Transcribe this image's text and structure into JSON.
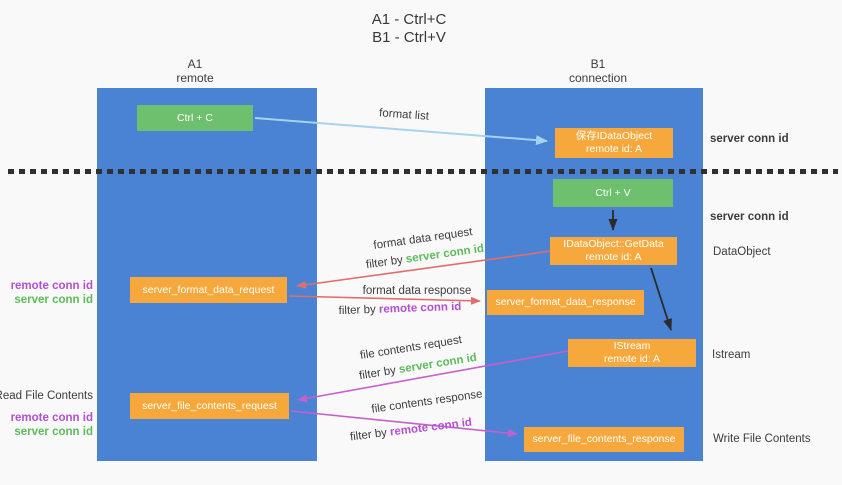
{
  "title": {
    "line1": "A1 - Ctrl+C",
    "line2": "B1 - Ctrl+V"
  },
  "columns": {
    "left": {
      "name": "A1",
      "subtitle": "remote"
    },
    "right": {
      "name": "B1",
      "subtitle": "connection"
    }
  },
  "nodes": {
    "ctrl_c": "Ctrl + C",
    "ctrl_v": "Ctrl + V",
    "save_idataobject": {
      "line1": "保存IDataObject",
      "line2": "remote id: A"
    },
    "getdata": {
      "line1": "IDataObject::GetData",
      "line2": "remote id: A"
    },
    "format_request": "server_format_data_request",
    "format_response": "server_format_data_response",
    "istream": {
      "line1": "IStream",
      "line2": "remote id: A"
    },
    "file_request": "server_file_contents_request",
    "file_response": "server_file_contents_response"
  },
  "terms": {
    "filter_by": "filter by ",
    "server_conn_id": "server conn id",
    "remote_conn_id": "remote conn id"
  },
  "edge_labels": {
    "format_list": "format list",
    "format_data_request": "format data request",
    "format_data_response": "format data response",
    "file_contents_request": "file contents request",
    "file_contents_response": "file contents response"
  },
  "side_labels": {
    "read_file_contents": "Read File Contents",
    "write_file_contents": "Write File Contents",
    "dataobject": "DataObject",
    "istream": "Istream"
  },
  "colors": {
    "lifeline_blue": "#4a82d4",
    "node_green": "#6ebf6e",
    "node_orange": "#f6a83c",
    "server_conn_green": "#5cbb5c",
    "remote_conn_purple": "#b44fd0",
    "arrow_red": "#e36d6d",
    "arrow_magenta": "#c75fcd",
    "arrow_lightblue": "#a5d3f0",
    "arrow_black": "#2b2b2b"
  }
}
